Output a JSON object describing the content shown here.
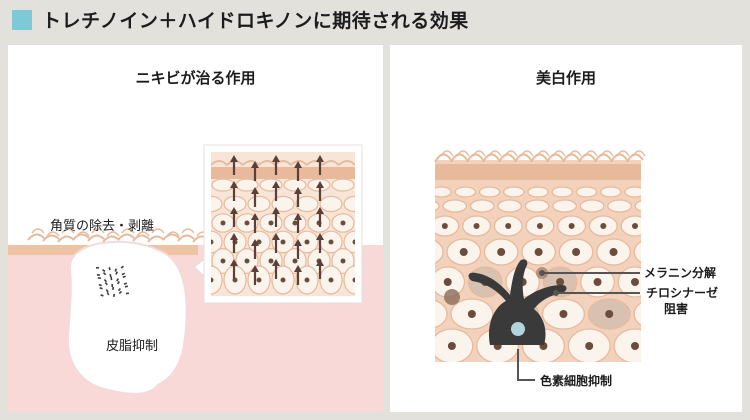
{
  "page": {
    "title": "トレチノイン＋ハイドロキノンに期待される効果"
  },
  "panels": [
    {
      "heading": "ニキビが治る作用",
      "labels": {
        "exfoliation": "角質の除去・剥離",
        "sebum": "皮脂抑制"
      }
    },
    {
      "heading": "美白作用",
      "labels": {
        "melanin": "メラニン分解",
        "tyrosinase_1": "チロシナーゼ",
        "tyrosinase_2": "阻害",
        "pigment_cell": "色素細胞抑制"
      }
    }
  ],
  "colors": {
    "accent": "#7ec9d6",
    "skin_light": "#f7e6d8",
    "skin_mid": "#f2d2bc",
    "skin_dark": "#e8b99a",
    "cell_fill": "#fbf4ec",
    "nucleus": "#6b4d3e",
    "melanocyte": "#3a3a3a",
    "arrow": "#5a3f3a",
    "pink": "#f9d9d7"
  },
  "icons": [
    "up-arrow-icon",
    "melanocyte-icon",
    "pore-icon"
  ]
}
